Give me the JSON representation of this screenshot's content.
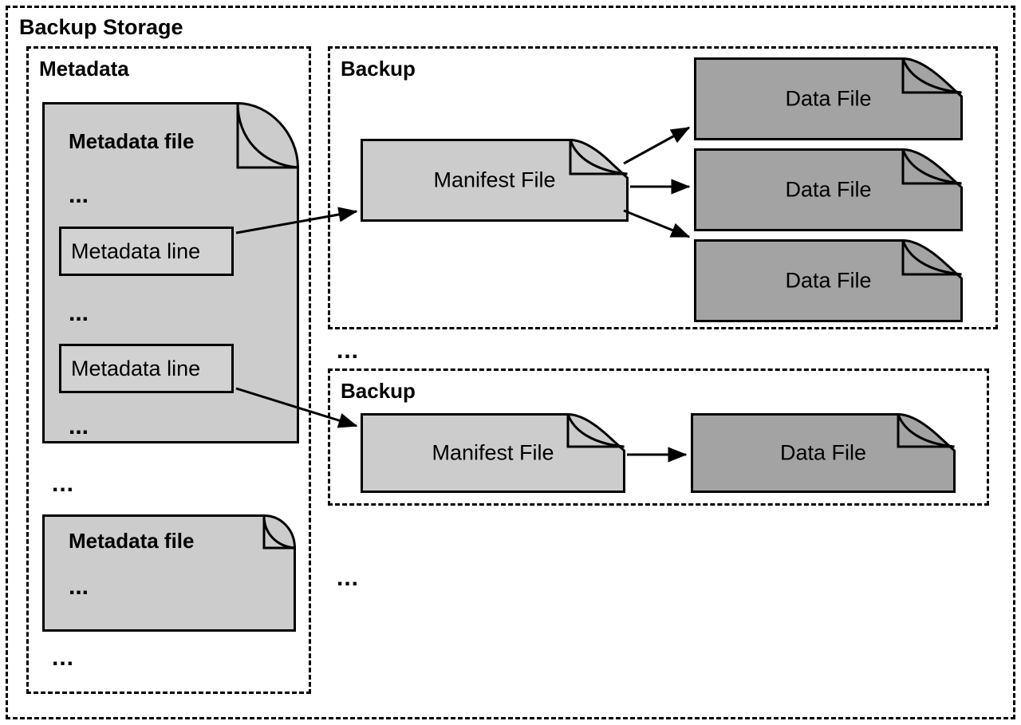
{
  "diagram": {
    "title": "Backup Storage",
    "ellipsis_glyph": "...",
    "colors": {
      "manifest_fill": "#cccccc",
      "metadata_fill": "#cccccc",
      "data_file_fill": "#a3a3a3",
      "meta_line_fill": "#d2d2d2",
      "stroke": "#000000",
      "background": "#ffffff"
    }
  },
  "metadata_group": {
    "title": "Metadata",
    "files": [
      {
        "title": "Metadata file",
        "rows": [
          {
            "type": "ellipsis",
            "text": "..."
          },
          {
            "type": "line",
            "text": "Metadata line"
          },
          {
            "type": "ellipsis",
            "text": "..."
          },
          {
            "type": "line",
            "text": "Metadata line"
          },
          {
            "type": "ellipsis",
            "text": "..."
          }
        ]
      },
      {
        "title": "Metadata file",
        "rows": [
          {
            "type": "ellipsis",
            "text": "..."
          }
        ]
      }
    ],
    "separator_ellipsis": "...",
    "trailing_ellipsis": "..."
  },
  "backups": [
    {
      "title": "Backup",
      "manifest": {
        "label": "Manifest File"
      },
      "data_files": [
        {
          "label": "Data File"
        },
        {
          "label": "Data File"
        },
        {
          "label": "Data File"
        }
      ]
    },
    {
      "title": "Backup",
      "manifest": {
        "label": "Manifest File"
      },
      "data_files": [
        {
          "label": "Data File"
        }
      ]
    }
  ],
  "backup_separator_ellipsis": "...",
  "backup_trailing_ellipsis": "..."
}
